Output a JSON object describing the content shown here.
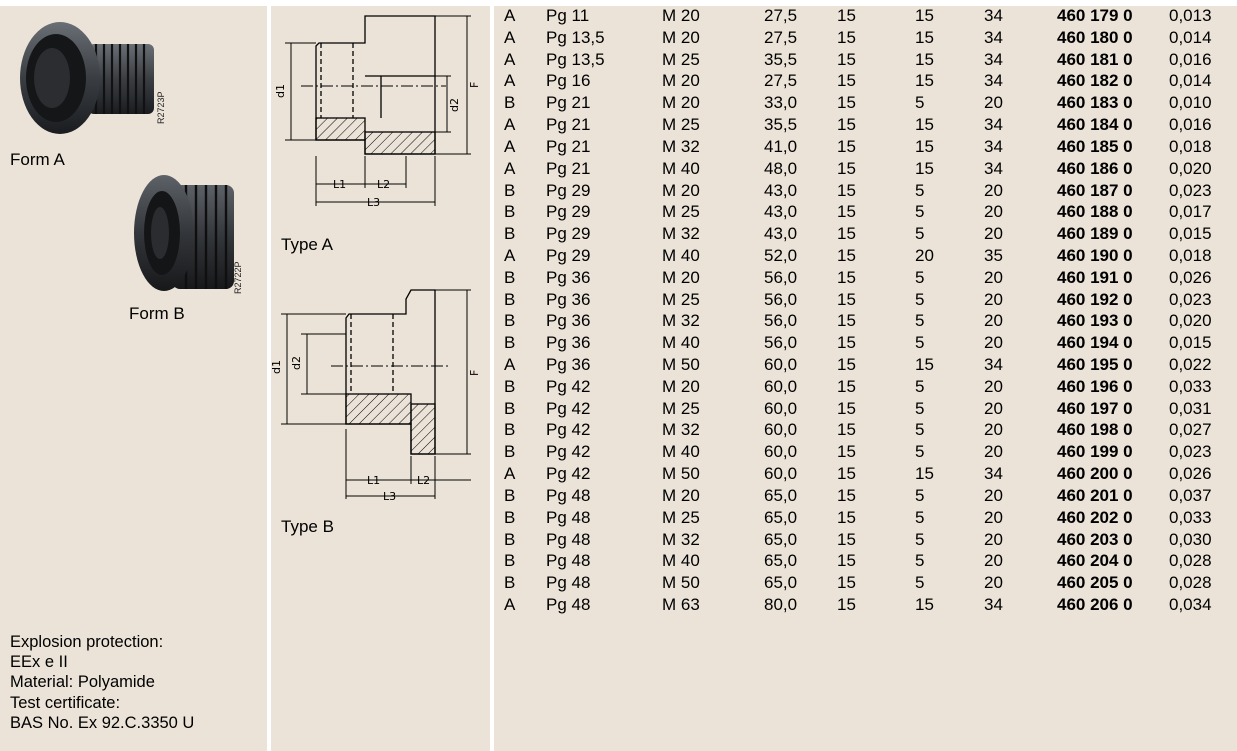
{
  "products": {
    "form_a_label": "Form A",
    "form_b_label": "Form B",
    "form_a_code": "R2723P",
    "form_b_code": "R2722P"
  },
  "drawings": {
    "type_a_label": "Type A",
    "type_b_label": "Type B",
    "dim_labels": {
      "d1": "d1",
      "d2": "d2",
      "f": "F",
      "l1": "L1",
      "l2": "L2",
      "l3": "L3"
    }
  },
  "info": {
    "lines": [
      "Explosion protection:",
      "EEx e II",
      "Material: Polyamide",
      "Test certificate:",
      "BAS No. Ex 92.C.3350 U"
    ]
  },
  "table": {
    "rows": [
      [
        "A",
        "Pg 11",
        "M 20",
        "27,5",
        "15",
        "15",
        "34",
        "460 179 0",
        "0,013"
      ],
      [
        "A",
        "Pg 13,5",
        "M 20",
        "27,5",
        "15",
        "15",
        "34",
        "460 180 0",
        "0,014"
      ],
      [
        "A",
        "Pg 13,5",
        "M 25",
        "35,5",
        "15",
        "15",
        "34",
        "460 181 0",
        "0,016"
      ],
      [
        "A",
        "Pg 16",
        "M 20",
        "27,5",
        "15",
        "15",
        "34",
        "460 182 0",
        "0,014"
      ],
      [
        "B",
        "Pg 21",
        "M 20",
        "33,0",
        "15",
        "5",
        "20",
        "460 183 0",
        "0,010"
      ],
      [
        "A",
        "Pg 21",
        "M 25",
        "35,5",
        "15",
        "15",
        "34",
        "460 184 0",
        "0,016"
      ],
      [
        "A",
        "Pg 21",
        "M 32",
        "41,0",
        "15",
        "15",
        "34",
        "460 185 0",
        "0,018"
      ],
      [
        "A",
        "Pg 21",
        "M 40",
        "48,0",
        "15",
        "15",
        "34",
        "460 186 0",
        "0,020"
      ],
      [
        "B",
        "Pg 29",
        "M 20",
        "43,0",
        "15",
        "5",
        "20",
        "460 187 0",
        "0,023"
      ],
      [
        "B",
        "Pg 29",
        "M 25",
        "43,0",
        "15",
        "5",
        "20",
        "460 188 0",
        "0,017"
      ],
      [
        "B",
        "Pg 29",
        "M 32",
        "43,0",
        "15",
        "5",
        "20",
        "460 189 0",
        "0,015"
      ],
      [
        "A",
        "Pg 29",
        "M 40",
        "52,0",
        "15",
        "20",
        "35",
        "460 190 0",
        "0,018"
      ],
      [
        "B",
        "Pg 36",
        "M 20",
        "56,0",
        "15",
        "5",
        "20",
        "460 191 0",
        "0,026"
      ],
      [
        "B",
        "Pg 36",
        "M 25",
        "56,0",
        "15",
        "5",
        "20",
        "460 192 0",
        "0,023"
      ],
      [
        "B",
        "Pg 36",
        "M 32",
        "56,0",
        "15",
        "5",
        "20",
        "460 193 0",
        "0,020"
      ],
      [
        "B",
        "Pg 36",
        "M 40",
        "56,0",
        "15",
        "5",
        "20",
        "460 194 0",
        "0,015"
      ],
      [
        "A",
        "Pg 36",
        "M 50",
        "60,0",
        "15",
        "15",
        "34",
        "460 195 0",
        "0,022"
      ],
      [
        "B",
        "Pg 42",
        "M 20",
        "60,0",
        "15",
        "5",
        "20",
        "460 196 0",
        "0,033"
      ],
      [
        "B",
        "Pg 42",
        "M 25",
        "60,0",
        "15",
        "5",
        "20",
        "460 197 0",
        "0,031"
      ],
      [
        "B",
        "Pg 42",
        "M 32",
        "60,0",
        "15",
        "5",
        "20",
        "460 198 0",
        "0,027"
      ],
      [
        "B",
        "Pg 42",
        "M 40",
        "60,0",
        "15",
        "5",
        "20",
        "460 199 0",
        "0,023"
      ],
      [
        "A",
        "Pg 42",
        "M 50",
        "60,0",
        "15",
        "15",
        "34",
        "460 200 0",
        "0,026"
      ],
      [
        "B",
        "Pg 48",
        "M 20",
        "65,0",
        "15",
        "5",
        "20",
        "460 201 0",
        "0,037"
      ],
      [
        "B",
        "Pg 48",
        "M 25",
        "65,0",
        "15",
        "5",
        "20",
        "460 202 0",
        "0,033"
      ],
      [
        "B",
        "Pg 48",
        "M 32",
        "65,0",
        "15",
        "5",
        "20",
        "460 203 0",
        "0,030"
      ],
      [
        "B",
        "Pg 48",
        "M 40",
        "65,0",
        "15",
        "5",
        "20",
        "460 204 0",
        "0,028"
      ],
      [
        "B",
        "Pg 48",
        "M 50",
        "65,0",
        "15",
        "5",
        "20",
        "460 205 0",
        "0,028"
      ],
      [
        "A",
        "Pg 48",
        "M 63",
        "80,0",
        "15",
        "15",
        "34",
        "460 206 0",
        "0,034"
      ]
    ]
  }
}
